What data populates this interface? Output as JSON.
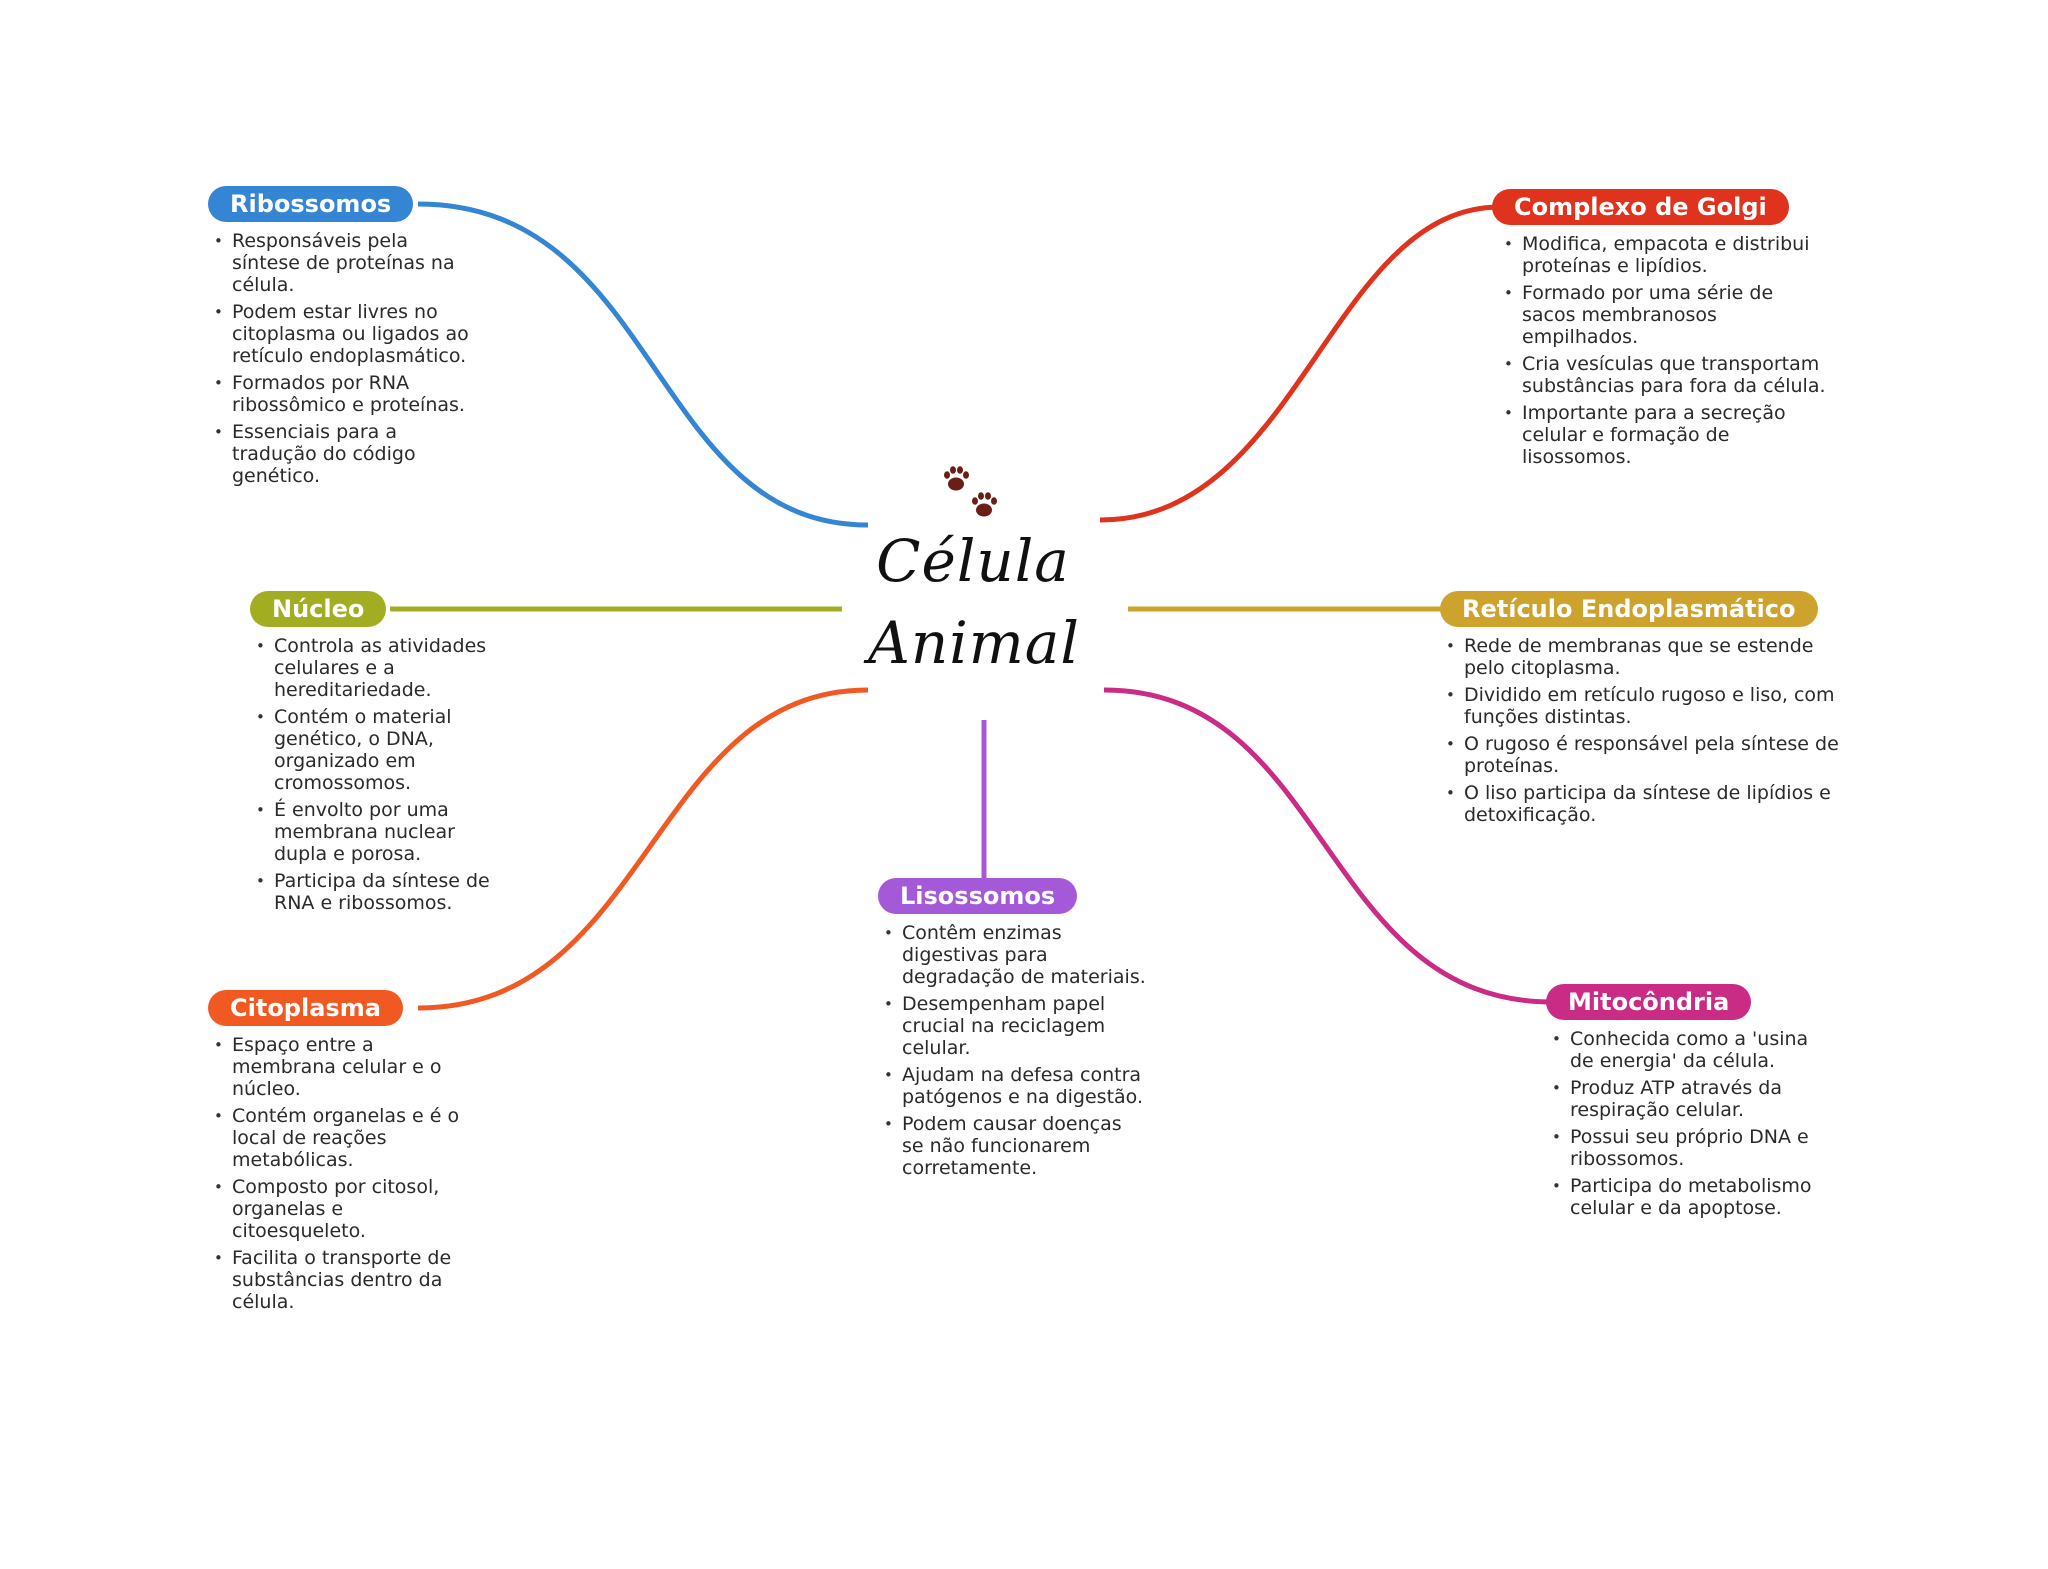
{
  "center": {
    "title_line1": "Célula",
    "title_line2": "Animal",
    "icon": "paw-prints-icon",
    "icon_color": "#6b1f14"
  },
  "branches": {
    "ribossomos": {
      "title": "Ribossomos",
      "color": "#3585d5",
      "items": [
        "Responsáveis pela síntese de proteínas na célula.",
        "Podem estar livres no citoplasma ou ligados ao retículo endoplasmático.",
        "Formados por RNA ribossômico e proteínas.",
        "Essenciais para a tradução do código genético."
      ]
    },
    "nucleo": {
      "title": "Núcleo",
      "color": "#a3ad22",
      "items": [
        "Controla as atividades celulares e a hereditariedade.",
        "Contém o material genético, o DNA, organizado em cromossomos.",
        "É envolto por uma membrana nuclear dupla e porosa.",
        "Participa da síntese de RNA e ribossomos."
      ]
    },
    "citoplasma": {
      "title": "Citoplasma",
      "color": "#f05a22",
      "items": [
        "Espaço entre a membrana celular e o núcleo.",
        "Contém organelas e é o local de reações metabólicas.",
        "Composto por citosol, organelas e citoesqueleto.",
        "Facilita o transporte de substâncias dentro da célula."
      ]
    },
    "lisossomos": {
      "title": "Lisossomos",
      "color": "#a45ad8",
      "items": [
        "Contêm enzimas digestivas para degradação de materiais.",
        "Desempenham papel crucial na reciclagem celular.",
        "Ajudam na defesa contra patógenos e na digestão.",
        "Podem causar doenças se não funcionarem corretamente."
      ]
    },
    "golgi": {
      "title": "Complexo de Golgi",
      "color": "#e0331d",
      "items": [
        "Modifica, empacota e distribui proteínas e lipídios.",
        "Formado por uma série de sacos membranosos empilhados.",
        "Cria vesículas que transportam substâncias para fora da célula.",
        "Importante para a secreção celular e formação de lisossomos."
      ]
    },
    "reticulo": {
      "title": "Retículo Endoplasmático",
      "color": "#cda32e",
      "items": [
        "Rede de membranas que se estende pelo citoplasma.",
        "Dividido em retículo rugoso e liso, com funções distintas.",
        "O rugoso é responsável pela síntese de proteínas.",
        "O liso participa da síntese de lipídios e detoxificação."
      ]
    },
    "mitocondria": {
      "title": "Mitocôndria",
      "color": "#c92b85",
      "items": [
        "Conhecida como a 'usina de energia' da célula.",
        "Produz ATP através da respiração celular.",
        "Possui seu próprio DNA e ribossomos.",
        "Participa do metabolismo celular e da apoptose."
      ]
    }
  }
}
